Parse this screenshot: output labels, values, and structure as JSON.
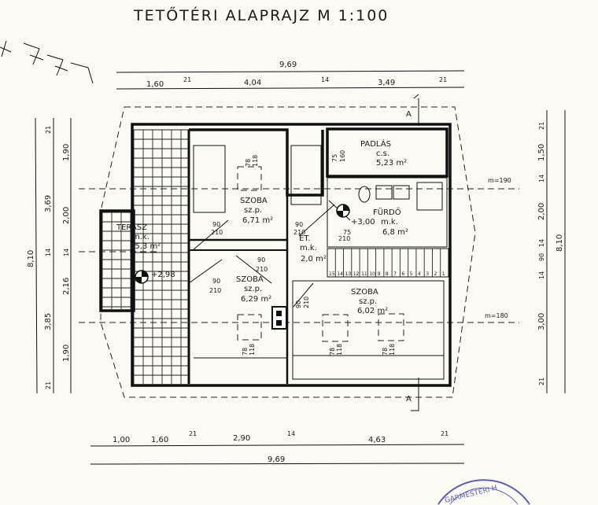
{
  "title": "TETŐTÉRI ALAPRAJZ  M 1:100",
  "dimensions": {
    "top_total": "9,69",
    "top_parts": [
      "1,60",
      "21",
      "4,04",
      "14",
      "3,49",
      "21"
    ],
    "bottom_parts": [
      "1,00",
      "1,60",
      "21",
      "2,90",
      "14",
      "4,63",
      "21"
    ],
    "bottom_total": "9,69",
    "left_outer": "8,10",
    "left_mid": [
      "21",
      "3,69",
      "14",
      "3,85",
      "21"
    ],
    "left_inner": [
      "1,90",
      "2,00",
      "14",
      "2,16",
      "1,90"
    ],
    "right_parts": [
      "21",
      "1,50",
      "14",
      "2,00",
      "14",
      "90",
      "14",
      "3,00",
      "21"
    ],
    "right_total": "8,10",
    "sill_heights": [
      "m=190",
      "m=180"
    ]
  },
  "rooms": [
    {
      "name": "TERASZ",
      "floor": "m.k.",
      "area": "15,3 m²"
    },
    {
      "name": "SZOBA",
      "floor": "sz.p.",
      "area": "6,71 m²"
    },
    {
      "name": "PADLÁS",
      "floor": "c.s.",
      "area": "5,23 m²"
    },
    {
      "name": "FÜRDŐ",
      "floor": "m.k.",
      "area": "6,8 m²"
    },
    {
      "name": "ÉT.",
      "floor": "m.k.",
      "area": "2,0 m²"
    },
    {
      "name": "SZOBA",
      "floor": "sz.p.",
      "area": "6,29 m²"
    },
    {
      "name": "SZOBA",
      "floor": "sz.p.",
      "area": "6,02 m²"
    }
  ],
  "doors": [
    {
      "w": "90",
      "h": "210"
    },
    {
      "w": "90",
      "h": "210"
    },
    {
      "w": "90",
      "h": "210"
    },
    {
      "w": "90",
      "h": "210"
    },
    {
      "w": "75",
      "h": "210"
    },
    {
      "w": "90",
      "h": "210"
    }
  ],
  "windows": [
    "78",
    "118",
    "78",
    "118",
    "78",
    "118",
    "78",
    "118",
    "75",
    "160"
  ],
  "levels": [
    "+2,98",
    "+3,00"
  ],
  "stair_steps": [
    "15",
    "14",
    "13",
    "12",
    "11",
    "10",
    "9",
    "8",
    "7",
    "6",
    "5",
    "4",
    "3",
    "2",
    "1"
  ],
  "section_marks": [
    "A",
    "A"
  ],
  "stamp": "GARMESTERI H"
}
